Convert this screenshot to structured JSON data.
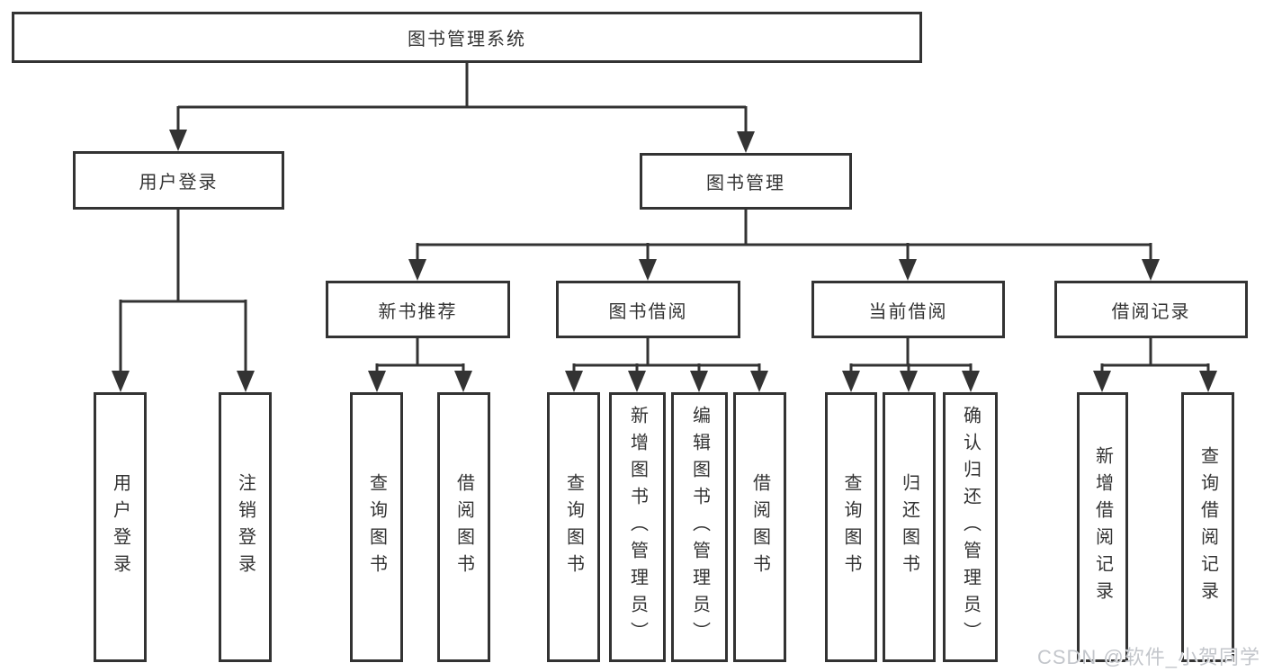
{
  "diagram": {
    "root": {
      "label": "图书管理系统"
    },
    "level2": [
      {
        "label": "用户登录"
      },
      {
        "label": "图书管理"
      }
    ],
    "level3": [
      {
        "label": "新书推荐"
      },
      {
        "label": "图书借阅"
      },
      {
        "label": "当前借阅"
      },
      {
        "label": "借阅记录"
      }
    ],
    "leaves": {
      "user_login": [
        "用户登录",
        "注销登录"
      ],
      "new_book_recommend": [
        "查询图书",
        "借阅图书"
      ],
      "book_borrow": [
        "查询图书",
        "新增图书（管理员）",
        "编辑图书（管理员）",
        "借阅图书"
      ],
      "current_borrow": [
        "查询图书",
        "归还图书",
        "确认归还（管理员）"
      ],
      "borrow_records": [
        "新增借阅记录",
        "查询借阅记录"
      ]
    }
  },
  "watermark": {
    "text": "CSDN @软件_小贺同学"
  },
  "colors": {
    "line": "#333333",
    "text": "#333333",
    "background": "#ffffff",
    "watermark": "#c3c6cb"
  }
}
